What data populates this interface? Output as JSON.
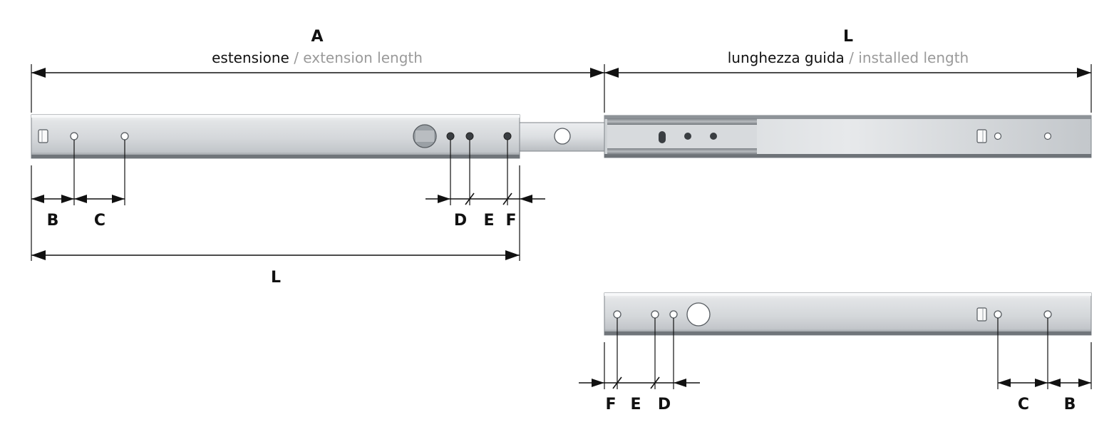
{
  "top_left_dimension": {
    "letter": "A",
    "caption_it": "estensione",
    "caption_sep": " / ",
    "caption_en": "extension length"
  },
  "top_right_dimension": {
    "letter": "L",
    "caption_it": "lunghezza guida",
    "caption_sep": " / ",
    "caption_en": "installed length"
  },
  "upper_rail_labels": {
    "b": "B",
    "c": "C",
    "d": "D",
    "e": "E",
    "f": "F",
    "l": "L"
  },
  "lower_rail_labels": {
    "f": "F",
    "e": "E",
    "d": "D",
    "c": "C",
    "b": "B"
  },
  "colors": {
    "line": "#111111",
    "caption_secondary": "#9a9a9a",
    "steel_light": "#e6e8ea",
    "steel_mid": "#c9cdd1",
    "steel_dark": "#8e9398"
  }
}
